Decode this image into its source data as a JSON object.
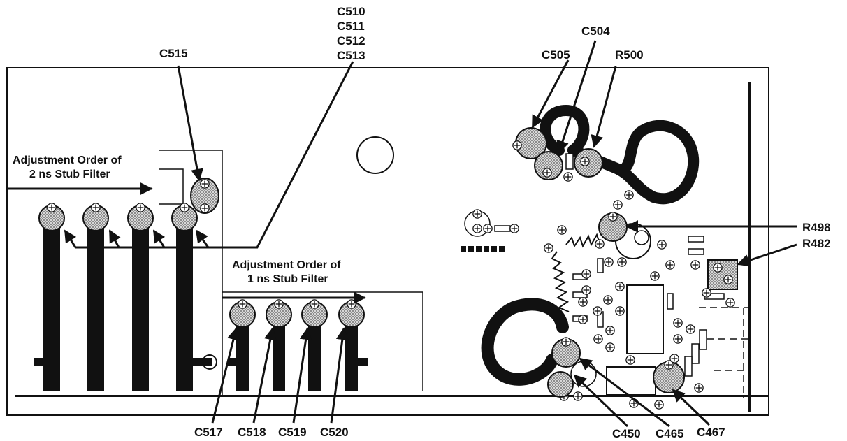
{
  "diagram": {
    "labels": {
      "c515": "C515",
      "c510": "C510",
      "c511": "C511",
      "c512": "C512",
      "c513": "C513",
      "c504": "C504",
      "c505": "C505",
      "r500": "R500",
      "r498": "R498",
      "r482": "R482",
      "c517": "C517",
      "c518": "C518",
      "c519": "C519",
      "c520": "C520",
      "c450": "C450",
      "c465": "C465",
      "c467": "C467"
    },
    "captions": {
      "two_ns_line1": "Adjustment Order of",
      "two_ns_line2": "2 ns Stub Filter",
      "one_ns_line1": "Adjustment Order of",
      "one_ns_line2": "1 ns Stub Filter"
    }
  }
}
